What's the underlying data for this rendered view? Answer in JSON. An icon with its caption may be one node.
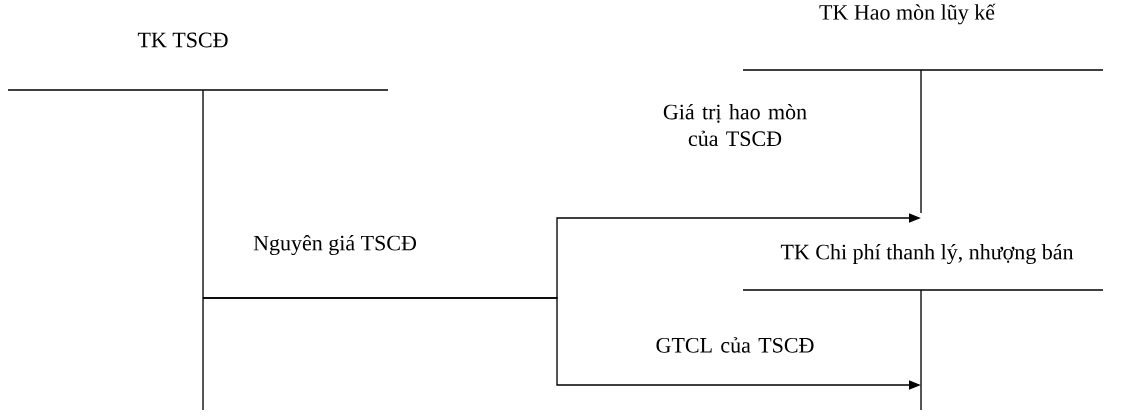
{
  "diagram": {
    "nodes": [
      {
        "text": [
          "TK TSCĐ"
        ]
      },
      {
        "text": [
          "TK Hao mòn lũy kế"
        ]
      },
      {
        "text": [
          "TK Chi phí thanh lý, nhượng bán"
        ]
      }
    ],
    "edges": [
      {
        "from": 0,
        "to": 1,
        "arrow": "to",
        "label": "Giá trị hao mòn của TSCĐ"
      },
      {
        "from": 0,
        "to": 2,
        "arrow": "to",
        "label": "GTCL của TSCĐ"
      }
    ],
    "labels": [
      "Nguyên giá TSCĐ"
    ]
  }
}
